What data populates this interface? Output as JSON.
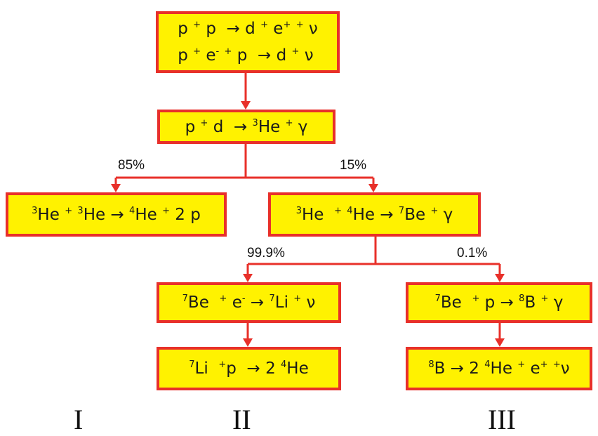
{
  "boxes": {
    "pp_chain_start": {
      "line1": [
        {
          "t": "p "
        },
        {
          "t": "+",
          "sup": true
        },
        {
          "t": " p  → d "
        },
        {
          "t": "+",
          "sup": true
        },
        {
          "t": " e"
        },
        {
          "t": "+",
          "sup": true
        },
        {
          "t": " "
        },
        {
          "t": "+",
          "sup": true
        },
        {
          "t": " ν"
        }
      ],
      "line2": [
        {
          "t": "p "
        },
        {
          "t": "+",
          "sup": true
        },
        {
          "t": " e"
        },
        {
          "t": "-",
          "sup": true
        },
        {
          "t": " "
        },
        {
          "t": "+",
          "sup": true
        },
        {
          "t": " p  → d "
        },
        {
          "t": "+",
          "sup": true
        },
        {
          "t": " ν"
        }
      ]
    },
    "pd_capture": [
      {
        "t": "p "
      },
      {
        "t": "+",
        "sup": true
      },
      {
        "t": " d  → "
      },
      {
        "t": "3",
        "sup": true
      },
      {
        "t": "He "
      },
      {
        "t": "+",
        "sup": true
      },
      {
        "t": " γ"
      }
    ],
    "he3_he3": [
      {
        "t": "3",
        "sup": true
      },
      {
        "t": "He "
      },
      {
        "t": "+",
        "sup": true
      },
      {
        "t": " "
      },
      {
        "t": "3",
        "sup": true
      },
      {
        "t": "He → "
      },
      {
        "t": "4",
        "sup": true
      },
      {
        "t": "He "
      },
      {
        "t": "+",
        "sup": true
      },
      {
        "t": " 2 p"
      }
    ],
    "he3_he4": [
      {
        "t": "3",
        "sup": true
      },
      {
        "t": "He  "
      },
      {
        "t": "+",
        "sup": true
      },
      {
        "t": " "
      },
      {
        "t": "4",
        "sup": true
      },
      {
        "t": "He → "
      },
      {
        "t": "7",
        "sup": true
      },
      {
        "t": "Be "
      },
      {
        "t": "+",
        "sup": true
      },
      {
        "t": " γ"
      }
    ],
    "be7_ecapture": [
      {
        "t": "7",
        "sup": true
      },
      {
        "t": "Be  "
      },
      {
        "t": "+",
        "sup": true
      },
      {
        "t": " e"
      },
      {
        "t": "-",
        "sup": true
      },
      {
        "t": " → "
      },
      {
        "t": "7",
        "sup": true
      },
      {
        "t": "Li "
      },
      {
        "t": "+",
        "sup": true
      },
      {
        "t": " ν"
      }
    ],
    "li7_p": [
      {
        "t": "7",
        "sup": true
      },
      {
        "t": "Li  "
      },
      {
        "t": "+",
        "sup": true
      },
      {
        "t": "p  → 2 "
      },
      {
        "t": "4",
        "sup": true
      },
      {
        "t": "He"
      }
    ],
    "be7_p": [
      {
        "t": "7",
        "sup": true
      },
      {
        "t": "Be  "
      },
      {
        "t": "+",
        "sup": true
      },
      {
        "t": " p → "
      },
      {
        "t": "8",
        "sup": true
      },
      {
        "t": "B "
      },
      {
        "t": "+",
        "sup": true
      },
      {
        "t": " γ"
      }
    ],
    "b8_decay": [
      {
        "t": "8",
        "sup": true
      },
      {
        "t": "B → 2 "
      },
      {
        "t": "4",
        "sup": true
      },
      {
        "t": "He "
      },
      {
        "t": "+",
        "sup": true
      },
      {
        "t": " e"
      },
      {
        "t": "+",
        "sup": true
      },
      {
        "t": " "
      },
      {
        "t": "+",
        "sup": true
      },
      {
        "t": "ν"
      }
    ]
  },
  "branch_labels": {
    "left_85": "85%",
    "right_15": "15%",
    "left_999": "99.9%",
    "right_01": "0.1%"
  },
  "chain_labels": {
    "chain_1": "I",
    "chain_2": "II",
    "chain_3": "III"
  },
  "colors": {
    "box_fill": "#fff200",
    "box_border": "#e8302a",
    "arrow": "#e8302a"
  }
}
